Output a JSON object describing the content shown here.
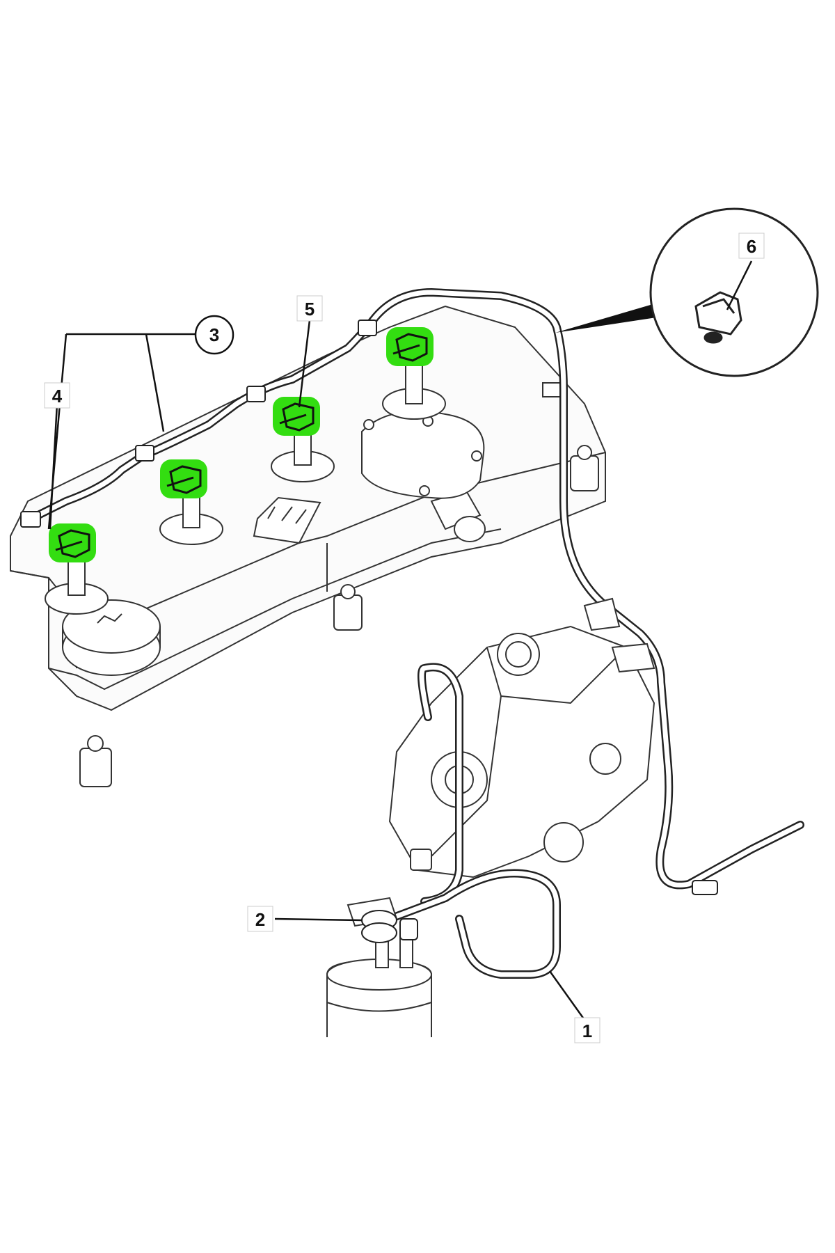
{
  "callouts": {
    "c1": "1",
    "c2": "2",
    "c3": "3",
    "c4": "4",
    "c5": "5",
    "c6": "6"
  },
  "colors": {
    "highlight": "#33dd11",
    "line": "#1a1a1a",
    "background": "#ffffff"
  }
}
